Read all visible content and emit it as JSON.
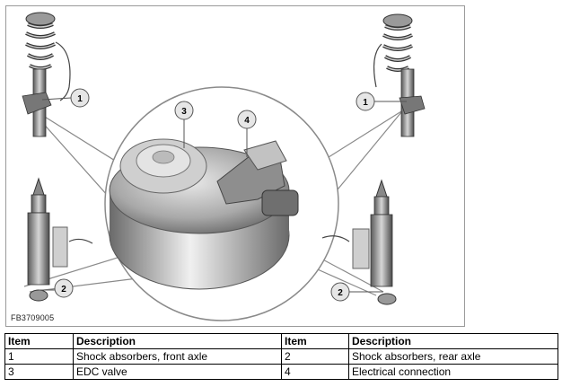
{
  "figure": {
    "code": "FB3709005",
    "callouts": [
      "1",
      "1",
      "2",
      "2",
      "3",
      "4"
    ]
  },
  "legend": {
    "headers": [
      "Item",
      "Description",
      "Item",
      "Description"
    ],
    "rows": [
      [
        "1",
        "Shock absorbers, front axle",
        "2",
        "Shock absorbers, rear axle"
      ],
      [
        "3",
        "EDC valve",
        "4",
        "Electrical connection"
      ]
    ]
  }
}
